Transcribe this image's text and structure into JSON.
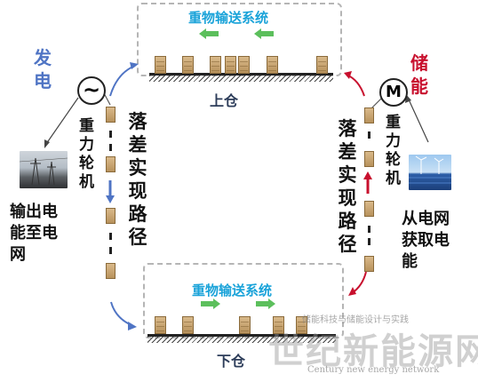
{
  "top_conveyor": {
    "title": "重物输送系统"
  },
  "bottom_conveyor": {
    "title": "重物输送系统"
  },
  "upper_station": {
    "label": "上仓"
  },
  "lower_station": {
    "label": "下仓"
  },
  "left_motor": {
    "symbol": "~"
  },
  "right_motor": {
    "symbol": "M"
  },
  "left_side": {
    "mode": "发电",
    "machine_chars": [
      "重",
      "力",
      "轮",
      "机"
    ],
    "path_chars": [
      "落",
      "差",
      "实",
      "现",
      "路",
      "径"
    ],
    "output_lines": [
      "输出电",
      "能至电",
      "网"
    ]
  },
  "right_side": {
    "mode": "储能",
    "machine_chars": [
      "重",
      "力",
      "轮",
      "机"
    ],
    "path_chars": [
      "落",
      "差",
      "实",
      "现",
      "路",
      "径"
    ],
    "input_lines": [
      "从电网",
      "获取电",
      "能"
    ]
  },
  "watermark": {
    "main": "世纪新能源网",
    "url": "Century new energy network",
    "sub": "储能科技与储能设计与实践"
  },
  "colors": {
    "accent_blue": "#1aa3d9",
    "generate_blue": "#4f74c4",
    "store_red": "#c8102e",
    "arrow_green": "#5cbf5c"
  }
}
